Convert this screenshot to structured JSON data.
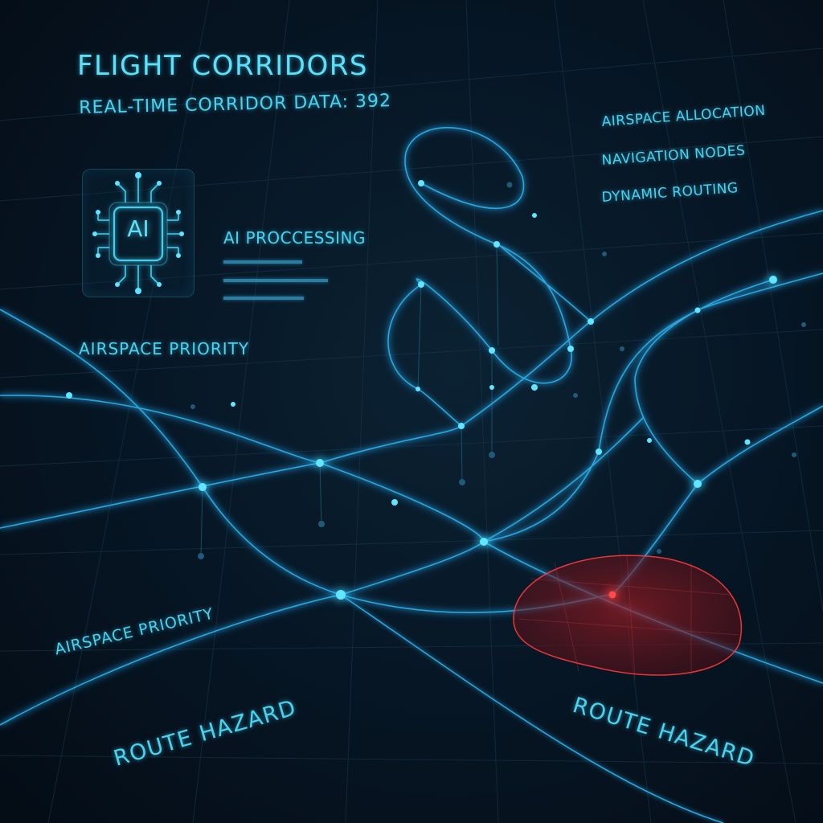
{
  "header": {
    "title": "Flight Corridors",
    "subtitle": "Real-time corridor data: 392"
  },
  "menu": {
    "items": [
      "Airspace Allocation",
      "Navigation Nodes",
      "Dynamic Routing"
    ]
  },
  "ai_panel": {
    "chip_label": "AI",
    "status_label": "AI Proccessing",
    "icon": "ai-chip-icon"
  },
  "labels": {
    "priority_upper": "Airspace Priority",
    "priority_lower": "Airspace Priority",
    "hazard_left": "Route Hazard",
    "hazard_right": "Route Hazard"
  },
  "colors": {
    "accent": "#4fd6f0",
    "route_line": "#2a9fd6",
    "node": "#5fe3ff",
    "hazard": "#e0302f",
    "background": "#06121d"
  }
}
